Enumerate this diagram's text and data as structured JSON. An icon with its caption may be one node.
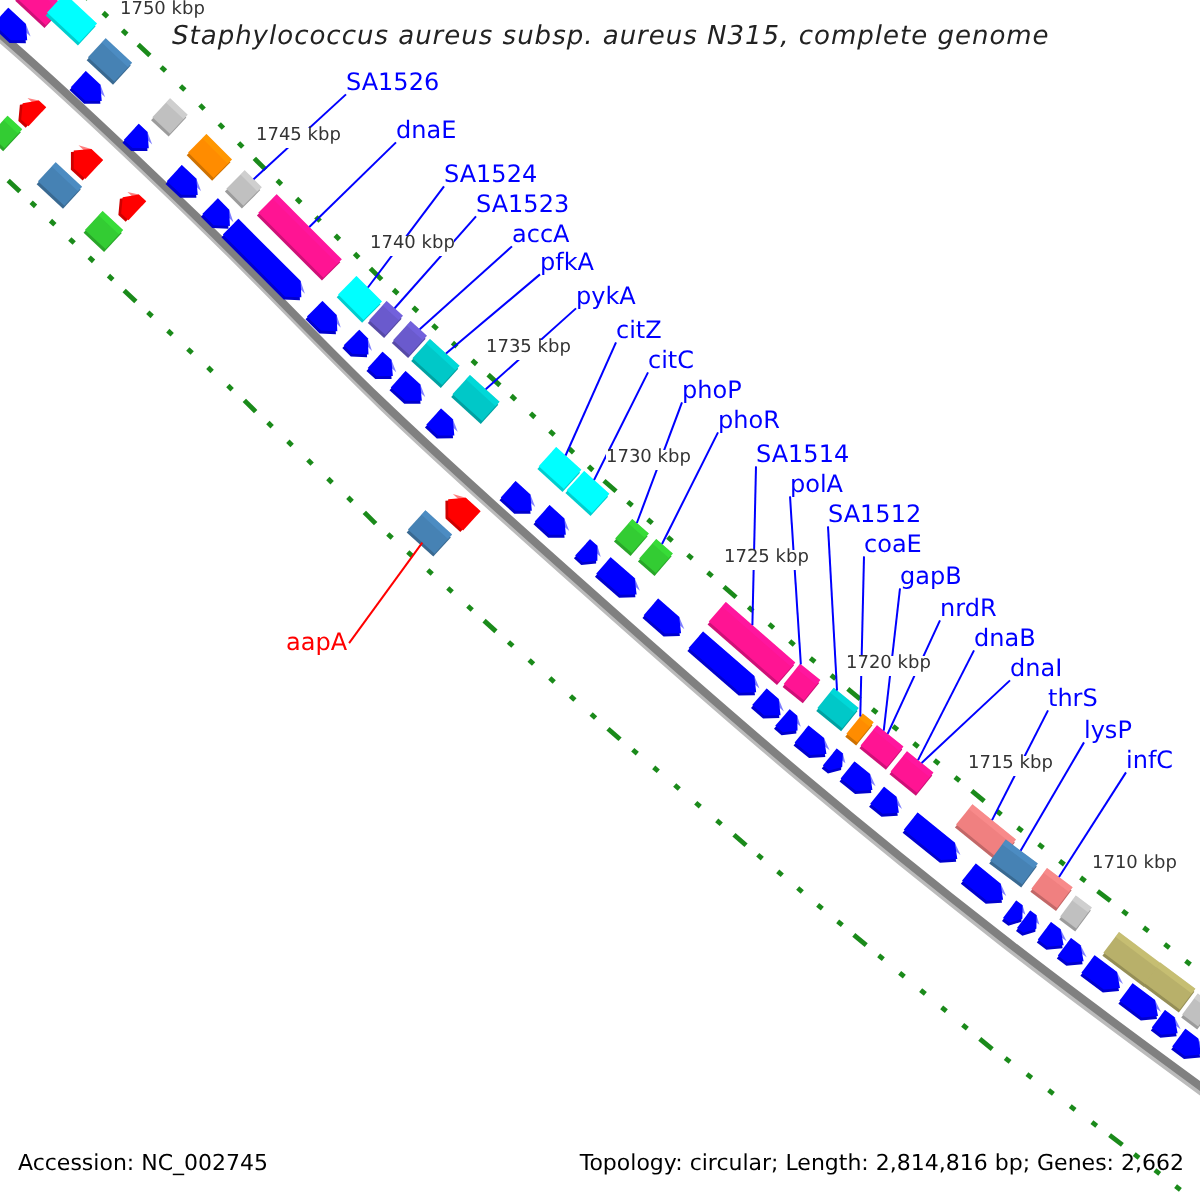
{
  "diagram": {
    "title": "Staphylococcus aureus subsp. aureus N315, complete genome",
    "nodes": [
      {
        "text": [
          "SA1526"
        ]
      },
      {
        "text": [
          "dnaE"
        ]
      },
      {
        "text": [
          "SA1524"
        ]
      },
      {
        "text": [
          "SA1523"
        ]
      },
      {
        "text": [
          "accA"
        ]
      },
      {
        "text": [
          "pfkA"
        ]
      },
      {
        "text": [
          "pykA"
        ]
      },
      {
        "text": [
          "citZ"
        ]
      },
      {
        "text": [
          "citC"
        ]
      },
      {
        "text": [
          "phoP"
        ]
      },
      {
        "text": [
          "phoR"
        ]
      },
      {
        "text": [
          "SA1514"
        ]
      },
      {
        "text": [
          "polA"
        ]
      },
      {
        "text": [
          "SA1512"
        ]
      },
      {
        "text": [
          "coaE"
        ]
      },
      {
        "text": [
          "gapB"
        ]
      },
      {
        "text": [
          "nrdR"
        ]
      },
      {
        "text": [
          "dnaB"
        ]
      },
      {
        "text": [
          "dnaI"
        ]
      },
      {
        "text": [
          "thrS"
        ]
      },
      {
        "text": [
          "lysP"
        ]
      },
      {
        "text": [
          "infC"
        ]
      },
      {
        "text": [
          "aapA"
        ]
      },
      {
        "text": [],
        "shape": "box"
      },
      {
        "text": [],
        "shape": "box"
      },
      {
        "text": [],
        "shape": "box"
      },
      {
        "text": [],
        "shape": "box"
      },
      {
        "text": [],
        "shape": "box"
      },
      {
        "text": [],
        "shape": "box"
      },
      {
        "text": [],
        "shape": "box"
      },
      {
        "text": [],
        "shape": "box"
      },
      {
        "text": [],
        "shape": "box"
      },
      {
        "text": [],
        "shape": "box"
      },
      {
        "text": [],
        "shape": "box"
      },
      {
        "text": [],
        "shape": "box"
      },
      {
        "text": [],
        "shape": "box"
      },
      {
        "text": [],
        "shape": "box"
      },
      {
        "text": [],
        "shape": "box"
      },
      {
        "text": [],
        "shape": "box"
      },
      {
        "text": [],
        "shape": "box"
      },
      {
        "text": [],
        "shape": "box"
      },
      {
        "text": [],
        "shape": "box"
      },
      {
        "text": [],
        "shape": "box"
      },
      {
        "text": [],
        "shape": "box"
      },
      {
        "text": [],
        "shape": "box"
      },
      {
        "text": [],
        "shape": "arrow"
      },
      {
        "text": [],
        "shape": "arrow"
      },
      {
        "text": [],
        "shape": "box"
      },
      {
        "text": [],
        "shape": "box"
      },
      {
        "text": [],
        "shape": "box"
      },
      {
        "text": [],
        "shape": "arrow"
      },
      {
        "text": [],
        "shape": "arrow"
      },
      {
        "text": [],
        "shape": "box"
      },
      {
        "text": [],
        "shape": "box"
      },
      {
        "text": [],
        "shape": "arrow"
      },
      {
        "text": [],
        "shape": "arrow"
      },
      {
        "text": [],
        "shape": "box"
      },
      {
        "text": [],
        "shape": "arrow"
      },
      {
        "text": [],
        "shape": "box"
      },
      {
        "text": [],
        "shape": "arrow"
      },
      {
        "text": [],
        "shape": "arrow"
      },
      {
        "text": [],
        "shape": "arrow"
      },
      {
        "text": [],
        "shape": "arrow"
      },
      {
        "text": [],
        "shape": "arrow"
      },
      {
        "text": [],
        "shape": "arrow"
      },
      {
        "text": [],
        "shape": "arrow"
      },
      {
        "text": [],
        "shape": "arrow"
      },
      {
        "text": [],
        "shape": "arrow"
      },
      {
        "text": [],
        "shape": "arrow"
      },
      {
        "text": [],
        "shape": "arrow"
      },
      {
        "text": [],
        "shape": "arrow"
      },
      {
        "text": [],
        "shape": "arrow"
      },
      {
        "text": [],
        "shape": "arrow"
      },
      {
        "text": [],
        "shape": "arrow"
      },
      {
        "text": [],
        "shape": "arrow"
      },
      {
        "text": [],
        "shape": "arrow"
      },
      {
        "text": [],
        "shape": "arrow"
      },
      {
        "text": [],
        "shape": "arrow"
      },
      {
        "text": [],
        "shape": "arrow"
      },
      {
        "text": [],
        "shape": "arrow"
      },
      {
        "text": [],
        "shape": "arrow"
      },
      {
        "text": [],
        "shape": "arrow"
      },
      {
        "text": [],
        "shape": "arrow"
      },
      {
        "text": [],
        "shape": "arrow"
      },
      {
        "text": [],
        "shape": "arrow"
      },
      {
        "text": [],
        "shape": "box"
      },
      {
        "text": [],
        "shape": "arrow"
      },
      {
        "text": [],
        "shape": "box"
      },
      {
        "text": [],
        "shape": "arrow"
      },
      {
        "text": [],
        "shape": "arrow"
      },
      {
        "text": [],
        "shape": "box"
      },
      {
        "text": [],
        "shape": "arrow"
      },
      {
        "text": [],
        "shape": "box"
      }
    ],
    "edges": [
      {
        "from": 0,
        "to": 23,
        "arrow": "none"
      },
      {
        "from": 1,
        "to": 24,
        "arrow": "none"
      },
      {
        "from": 2,
        "to": 25,
        "arrow": "none"
      },
      {
        "from": 3,
        "to": 26,
        "arrow": "none"
      },
      {
        "from": 4,
        "to": 27,
        "arrow": "none"
      },
      {
        "from": 5,
        "to": 28,
        "arrow": "none"
      },
      {
        "from": 6,
        "to": 29,
        "arrow": "none"
      },
      {
        "from": 7,
        "to": 30,
        "arrow": "none"
      },
      {
        "from": 8,
        "to": 31,
        "arrow": "none"
      },
      {
        "from": 9,
        "to": 32,
        "arrow": "none"
      },
      {
        "from": 10,
        "to": 33,
        "arrow": "none"
      },
      {
        "from": 11,
        "to": 34,
        "arrow": "none"
      },
      {
        "from": 12,
        "to": 35,
        "arrow": "none"
      },
      {
        "from": 13,
        "to": 36,
        "arrow": "none"
      },
      {
        "from": 14,
        "to": 37,
        "arrow": "none"
      },
      {
        "from": 15,
        "to": 38,
        "arrow": "none"
      },
      {
        "from": 16,
        "to": 38,
        "arrow": "none"
      },
      {
        "from": 17,
        "to": 39,
        "arrow": "none"
      },
      {
        "from": 18,
        "to": 39,
        "arrow": "none"
      },
      {
        "from": 19,
        "to": 40,
        "arrow": "none"
      },
      {
        "from": 20,
        "to": 41,
        "arrow": "none"
      },
      {
        "from": 21,
        "to": 42,
        "arrow": "none"
      },
      {
        "from": 22,
        "to": 43,
        "arrow": "none",
        "color": "#ff0000"
      }
    ],
    "labels": [
      "1750 kbp",
      "1745 kbp",
      "1740 kbp",
      "1735 kbp",
      "1730 kbp",
      "1725 kbp",
      "1720 kbp",
      "1715 kbp",
      "1710 kbp",
      "Accession: NC_002745",
      "Topology: circular; Length: 2,814,816 bp; Genes: 2,662"
    ]
  }
}
